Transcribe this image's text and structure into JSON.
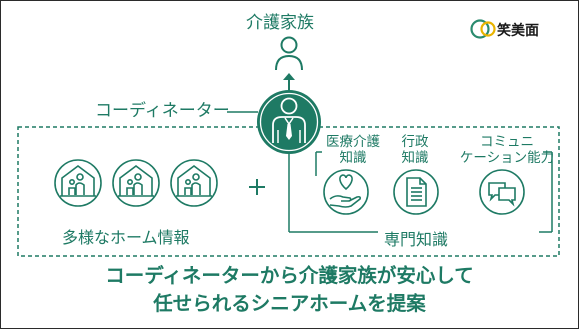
{
  "labels": {
    "family": "介護家族",
    "coordinator": "コーディネーター",
    "home_info": "多様なホーム情報",
    "specialty": "専門知識",
    "plus": "+"
  },
  "skills": {
    "medical_line1": "医療介護",
    "medical_line2": "知識",
    "admin_line1": "行政",
    "admin_line2": "知識",
    "comm_line1": "コミュニ",
    "comm_line2": "ケーション能力"
  },
  "headline": {
    "line1": "コーディネーターから介護家族が安心して",
    "line2": "任せられるシニアホームを提案"
  },
  "brand": {
    "name": "笑美面"
  },
  "colors": {
    "primary": "#1e7a64",
    "brand_yellow": "#e9b400",
    "brand_green": "#2a8b6e"
  },
  "icons": {
    "family": "person-outline-icon",
    "coordinator": "coordinator-badge-icon",
    "homes": "home-with-caregiver-icon",
    "medical": "heart-in-hand-icon",
    "admin": "document-icon",
    "comm": "speech-bubbles-icon"
  }
}
